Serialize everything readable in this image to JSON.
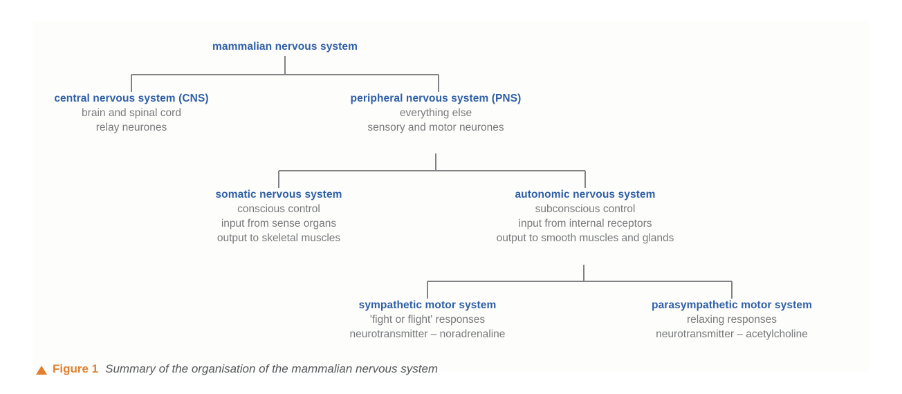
{
  "figure": {
    "triangle_icon": "up-triangle-icon",
    "label": "Figure 1",
    "caption": "Summary of the organisation of the mammalian nervous system",
    "label_color": "#e08030",
    "caption_color": "#55585c"
  },
  "colors": {
    "heading_blue": "#2f5fa6",
    "body_grey": "#77797c",
    "connector_grey": "#808285",
    "accent_orange": "#e08030",
    "background": "#ffffff",
    "panel": "#fdfdfb"
  },
  "diagram": {
    "type": "hierarchy-tree",
    "title": "mammalian nervous system",
    "nodes": [
      {
        "id": "mammalian",
        "title": "mammalian nervous system",
        "lines": []
      },
      {
        "id": "cns",
        "title": "central nervous system (CNS)",
        "lines": [
          "brain and spinal cord",
          "relay neurones"
        ]
      },
      {
        "id": "pns",
        "title": "peripheral nervous system (PNS)",
        "lines": [
          "everything else",
          "sensory and motor neurones"
        ]
      },
      {
        "id": "somatic",
        "title": "somatic nervous system",
        "lines": [
          "conscious control",
          "input from sense organs",
          "output to skeletal muscles"
        ]
      },
      {
        "id": "autonomic",
        "title": "autonomic nervous system",
        "lines": [
          "subconscious control",
          "input from internal receptors",
          "output to smooth muscles and glands"
        ]
      },
      {
        "id": "sympathetic",
        "title": "sympathetic motor system",
        "lines": [
          "'fight or flight' responses",
          "neurotransmitter – noradrenaline"
        ]
      },
      {
        "id": "parasympathetic",
        "title": "parasympathetic motor system",
        "lines": [
          "relaxing responses",
          "neurotransmitter – acetylcholine"
        ]
      }
    ],
    "edges": [
      {
        "from": "mammalian",
        "to": "cns"
      },
      {
        "from": "mammalian",
        "to": "pns"
      },
      {
        "from": "pns",
        "to": "somatic"
      },
      {
        "from": "pns",
        "to": "autonomic"
      },
      {
        "from": "autonomic",
        "to": "sympathetic"
      },
      {
        "from": "autonomic",
        "to": "parasympathetic"
      }
    ]
  }
}
